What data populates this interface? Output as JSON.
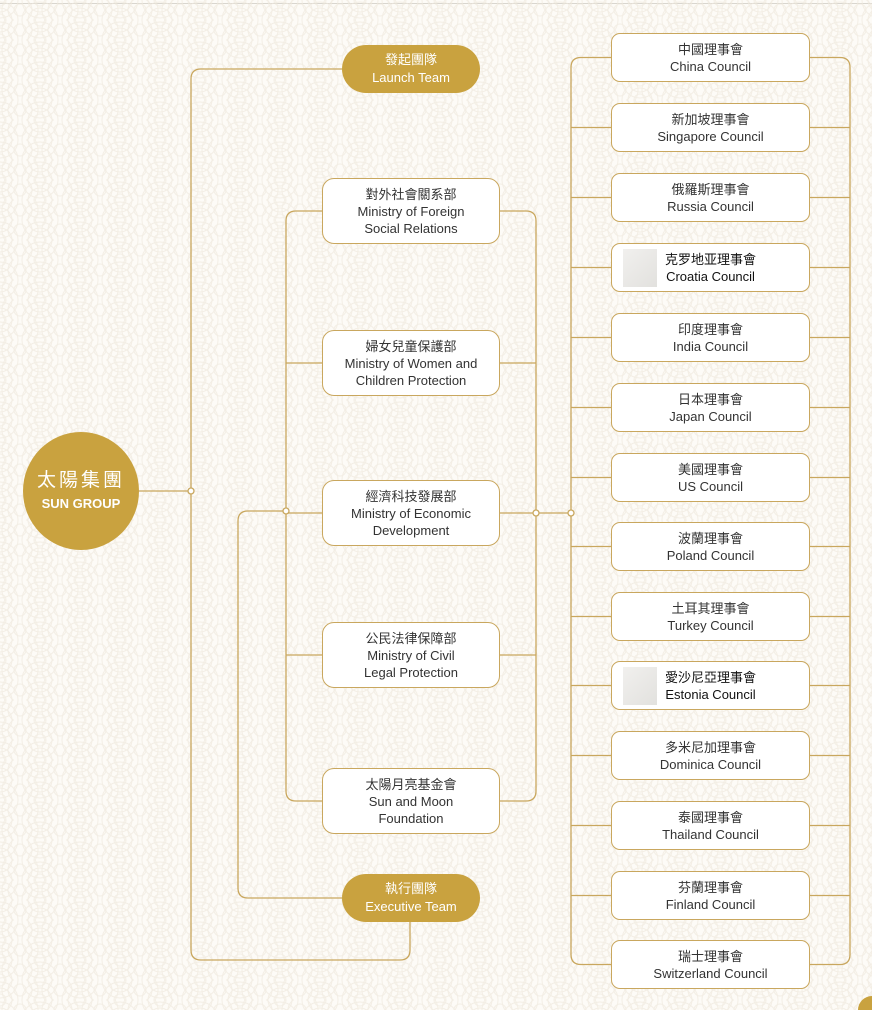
{
  "colors": {
    "gold": "#c9a23f",
    "line": "#c9a75e",
    "background": "#fdfbf7",
    "text": "#333333"
  },
  "root": {
    "zh": "太陽集團",
    "en": "SUN GROUP"
  },
  "launch_team": {
    "zh": "發起團隊",
    "en": "Launch Team"
  },
  "executive_team": {
    "zh": "執行團隊",
    "en": "Executive Team"
  },
  "departments": [
    {
      "zh": "對外社會關系部",
      "en": [
        "Ministry of Foreign",
        "Social Relations"
      ]
    },
    {
      "zh": "婦女兒童保護部",
      "en": [
        "Ministry of Women and",
        "Children Protection"
      ]
    },
    {
      "zh": "經濟科技發展部",
      "en": [
        "Ministry of Economic",
        "Development"
      ]
    },
    {
      "zh": "公民法律保障部",
      "en": [
        "Ministry of Civil",
        "Legal Protection"
      ]
    },
    {
      "zh": "太陽月亮基金會",
      "en": [
        "Sun and Moon",
        "Foundation"
      ]
    }
  ],
  "councils": [
    {
      "zh": "中國理事會",
      "en": "China Council"
    },
    {
      "zh": "新加坡理事會",
      "en": "Singapore Council"
    },
    {
      "zh": "俄羅斯理事會",
      "en": "Russia Council"
    },
    {
      "zh": "克罗地亚理事會",
      "en": "Croatia Council"
    },
    {
      "zh": "印度理事會",
      "en": "India Council"
    },
    {
      "zh": "日本理事會",
      "en": "Japan Council"
    },
    {
      "zh": "美國理事會",
      "en": "US Council"
    },
    {
      "zh": "波蘭理事會",
      "en": "Poland Council"
    },
    {
      "zh": "土耳其理事會",
      "en": "Turkey Council"
    },
    {
      "zh": "愛沙尼亞理事會",
      "en": "Estonia Council"
    },
    {
      "zh": "多米尼加理事會",
      "en": "Dominica Council"
    },
    {
      "zh": "泰國理事會",
      "en": "Thailand Council"
    },
    {
      "zh": "芬蘭理事會",
      "en": "Finland Council"
    },
    {
      "zh": "瑞士理事會",
      "en": "Switzerland Council"
    }
  ]
}
